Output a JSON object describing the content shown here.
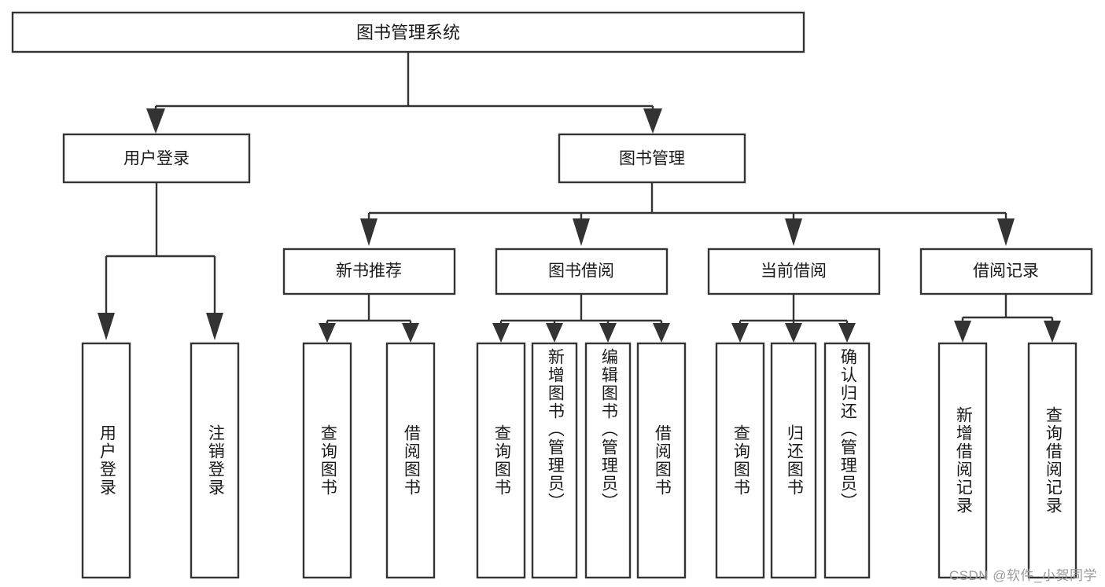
{
  "diagram": {
    "title": "图书管理系统",
    "type": "tree",
    "watermark": "CSDN @软件_小贺同学",
    "colors": {
      "stroke": "#333333",
      "fill": "#ffffff",
      "text": "#1a1a1a",
      "watermark": "#9a9a9a"
    },
    "root": {
      "label": "图书管理系统"
    },
    "level2": [
      {
        "label": "用户登录"
      },
      {
        "label": "图书管理"
      }
    ],
    "level3": [
      {
        "label": "新书推荐"
      },
      {
        "label": "图书借阅"
      },
      {
        "label": "当前借阅"
      },
      {
        "label": "借阅记录"
      }
    ],
    "leaves": {
      "user_login": [
        {
          "label": "用户登录"
        },
        {
          "label": "注销登录"
        }
      ],
      "new_book": [
        {
          "label": "查询图书"
        },
        {
          "label": "借阅图书"
        }
      ],
      "borrow_book": [
        {
          "label": "查询图书"
        },
        {
          "label": "新增图书（管理员）"
        },
        {
          "label": "编辑图书（管理员）"
        },
        {
          "label": "借阅图书"
        }
      ],
      "current_borrow": [
        {
          "label": "查询图书"
        },
        {
          "label": "归还图书"
        },
        {
          "label": "确认归还（管理员）"
        }
      ],
      "borrow_record": [
        {
          "label": "新增借阅记录"
        },
        {
          "label": "查询借阅记录"
        }
      ]
    }
  }
}
